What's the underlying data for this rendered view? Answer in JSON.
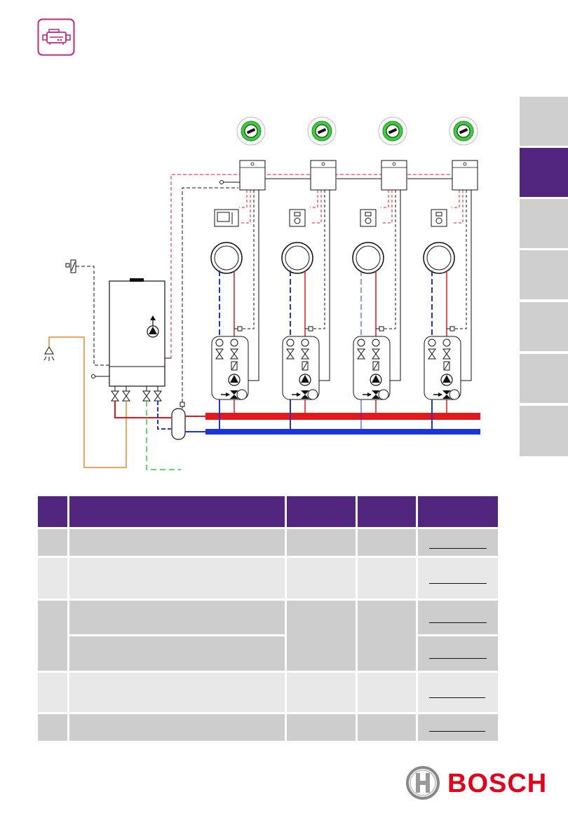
{
  "brand": {
    "name": "BOSCH",
    "accent_color": "#e2001a",
    "purple": "#51257e"
  },
  "header_icon": "boiler-icon",
  "side_tabs": {
    "count": 7,
    "active_index": 1
  },
  "diagram": {
    "zones": 4,
    "colors": {
      "flow": "#e8171b",
      "return": "#1a35d8",
      "dhw_hot": "#e88a2a",
      "cold": "#2ecf3a",
      "control": "#111111",
      "zone_icon": "#3ccf3c"
    }
  },
  "table": {
    "rows": 6,
    "header_color": "#52267f"
  }
}
